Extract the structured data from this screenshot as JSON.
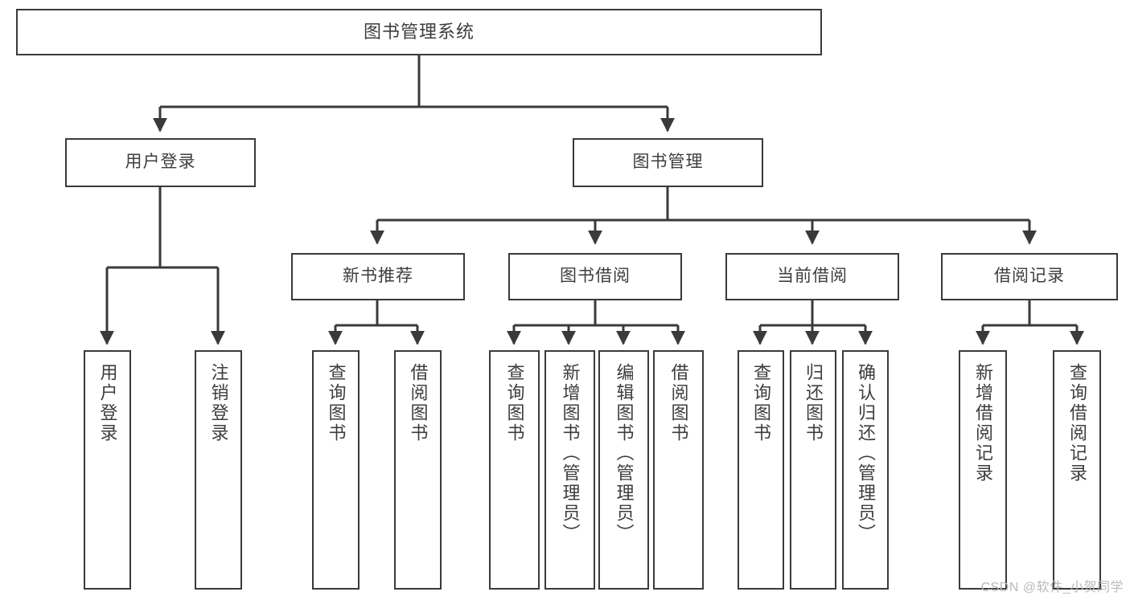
{
  "diagram": {
    "title": "图书管理系统",
    "type": "tree-hierarchy",
    "root": {
      "label": "图书管理系统"
    },
    "level2": [
      {
        "label": "用户登录"
      },
      {
        "label": "图书管理"
      }
    ],
    "level3": [
      {
        "label": "新书推荐"
      },
      {
        "label": "图书借阅"
      },
      {
        "label": "当前借阅"
      },
      {
        "label": "借阅记录"
      }
    ],
    "leaves": {
      "user_login": [
        {
          "label": "用户登录"
        },
        {
          "label": "注销登录"
        }
      ],
      "new_book_recommend": [
        {
          "label": "查询图书"
        },
        {
          "label": "借阅图书"
        }
      ],
      "book_borrow": [
        {
          "label": "查询图书"
        },
        {
          "label": "新增图书（管理员）"
        },
        {
          "label": "编辑图书（管理员）"
        },
        {
          "label": "借阅图书"
        }
      ],
      "current_borrow": [
        {
          "label": "查询图书"
        },
        {
          "label": "归还图书"
        },
        {
          "label": "确认归还（管理员）"
        }
      ],
      "borrow_record": [
        {
          "label": "新增借阅记录"
        },
        {
          "label": "查询借阅记录"
        }
      ]
    }
  },
  "watermark": {
    "text": "CSDN @软件_小贺同学"
  },
  "colors": {
    "box_border": "#3a3a3a",
    "box_fill": "#ffffff",
    "text": "#3d3d3d",
    "connector": "#3a3a3a",
    "watermark": "#b9b9b9",
    "background": "#ffffff"
  }
}
